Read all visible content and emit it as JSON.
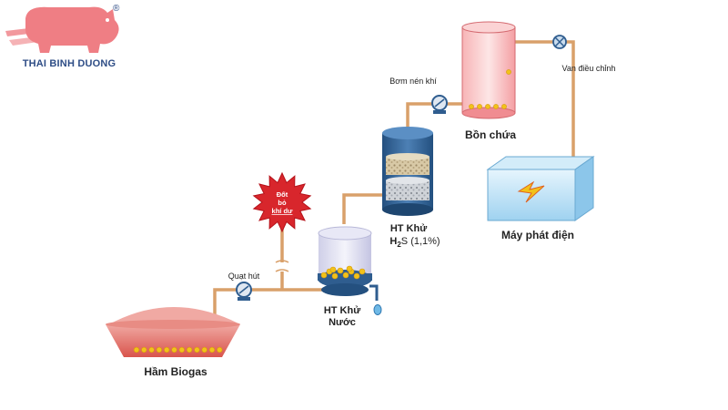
{
  "brand": {
    "name": "THAI BINH DUONG",
    "registered_mark": "®",
    "logo_color": "#ef7e84"
  },
  "labels": {
    "biogas_pit": "Hầm Biogas",
    "fan": "Quạt hút",
    "flare": [
      "Đốt",
      "bỏ",
      "khí dư"
    ],
    "water_removal": [
      "HT Khử",
      "Nước"
    ],
    "h2s_removal": [
      "HT Khử",
      "H",
      "2",
      "S (1,1%)"
    ],
    "compressor": "Bơm nén khí",
    "storage_tank": "Bồn chứa",
    "control_valve": "Van điều chỉnh",
    "generator": "Máy phát điện"
  },
  "colors": {
    "pipe": "#d9a06a",
    "biogas_pit": "#e2706a",
    "flare": "#d8262c",
    "blue_vessel": "#2f5d8f",
    "storage_tank": "#f4a3a6",
    "generator_box": "#a9d8f2",
    "bubbles": "#f2c21a"
  }
}
